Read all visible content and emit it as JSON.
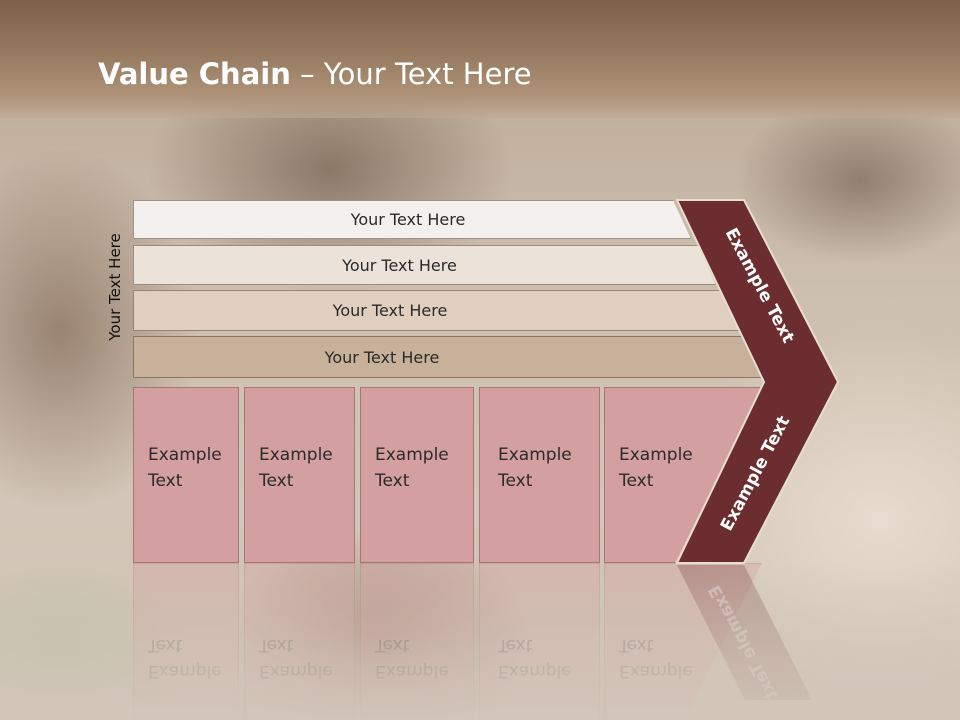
{
  "slide": {
    "title_bold": "Value Chain",
    "title_rest": " – Your Text Here",
    "side_label": "Your Text Here",
    "bars": [
      {
        "label": "Your Text Here",
        "color": "#f4f0ee"
      },
      {
        "label": "Your Text Here",
        "color": "#ebe2da"
      },
      {
        "label": "Your Text Here",
        "color": "#e0cfbf"
      },
      {
        "label": "Your Text Here",
        "color": "#c8b19a"
      }
    ],
    "columns": [
      {
        "line1": "Example",
        "line2": "Text"
      },
      {
        "line1": "Example",
        "line2": "Text"
      },
      {
        "line1": "Example",
        "line2": "Text"
      },
      {
        "line1": "Example",
        "line2": "Text"
      },
      {
        "line1": "Example",
        "line2": "Text"
      }
    ],
    "chevron_top_text": "Example Text",
    "chevron_bottom_text": "Example Text",
    "colors": {
      "column_fill": "#d39fa0",
      "chevron_fill": "#6b2d2f",
      "header": "#8f745b"
    }
  }
}
